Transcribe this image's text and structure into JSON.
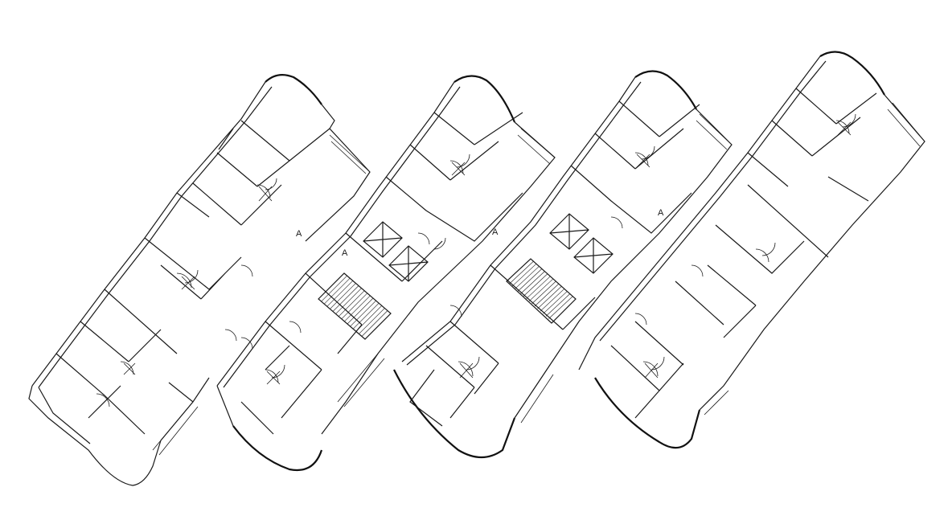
{
  "drawing": {
    "kind": "architectural floor plan",
    "colors": {
      "background": "#ffffff",
      "line": "#1a1a1a"
    }
  },
  "blocks": [
    {
      "id": "block-1",
      "arrow_marker": "A"
    },
    {
      "id": "block-2",
      "arrow_marker": "A"
    },
    {
      "id": "block-3",
      "arrow_marker": "A"
    },
    {
      "id": "block-4",
      "arrow_marker": "A"
    }
  ],
  "cores": [
    {
      "id": "core-left",
      "elevators": 2,
      "stair": true
    },
    {
      "id": "core-right",
      "elevators": 2,
      "stair": true
    }
  ]
}
